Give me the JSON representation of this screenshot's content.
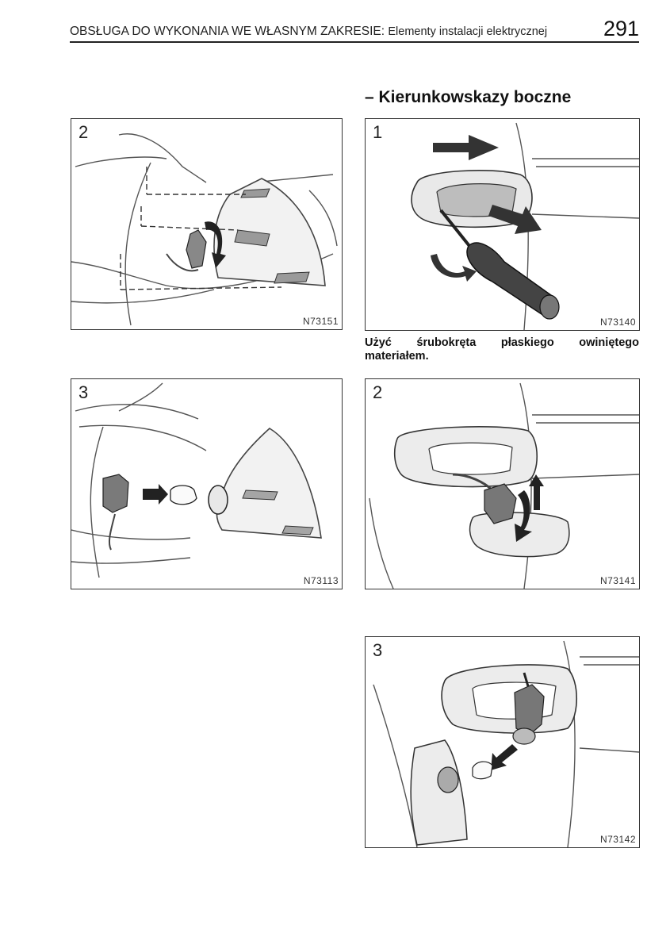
{
  "header": {
    "title_caps": "OBSŁUGA DO WYKONANIA WE WŁASNYM ZAKRESIE:",
    "title_sub": "Elementy instalacji elektrycznej",
    "page_number": "291"
  },
  "section": {
    "title": "– Kierunkowskazy boczne"
  },
  "figures": {
    "left_top": {
      "number": "2",
      "code": "N73151"
    },
    "left_bottom": {
      "number": "3",
      "code": "N73113"
    },
    "right_1": {
      "number": "1",
      "code": "N73140"
    },
    "right_2": {
      "number": "2",
      "code": "N73141"
    },
    "right_3": {
      "number": "3",
      "code": "N73142"
    }
  },
  "caption": "Użyć śrubokręta płaskiego owiniętego materiałem."
}
